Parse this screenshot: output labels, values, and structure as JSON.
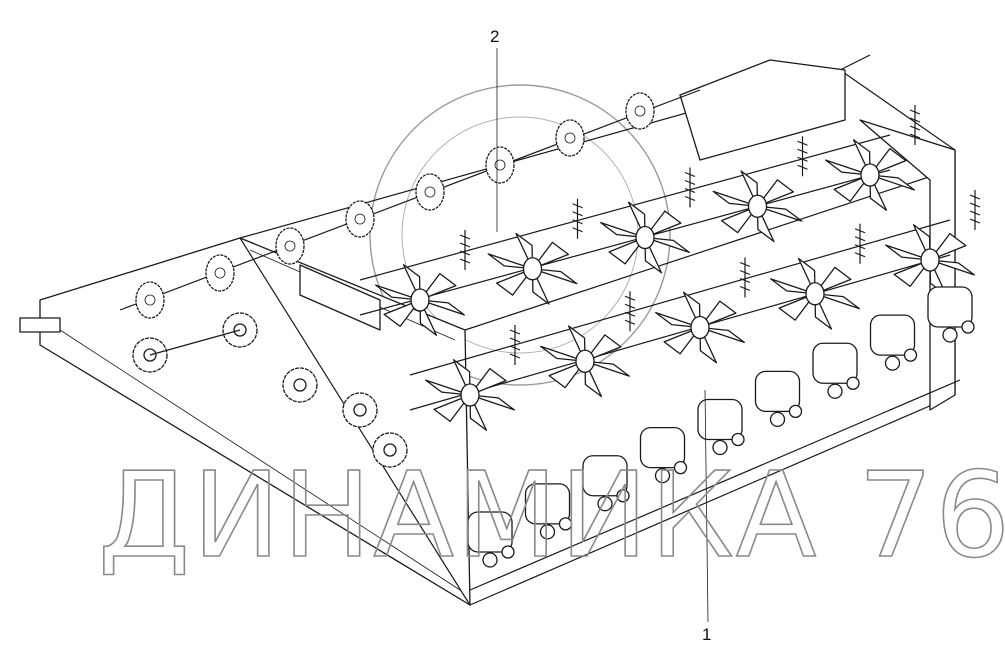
{
  "diagram": {
    "callouts": [
      {
        "label": "2"
      },
      {
        "label": "1"
      }
    ],
    "watermark": "ДИНАМИКА 76",
    "rotor_rows": 2,
    "rotors_per_row": 5,
    "front_rollers": 9
  }
}
